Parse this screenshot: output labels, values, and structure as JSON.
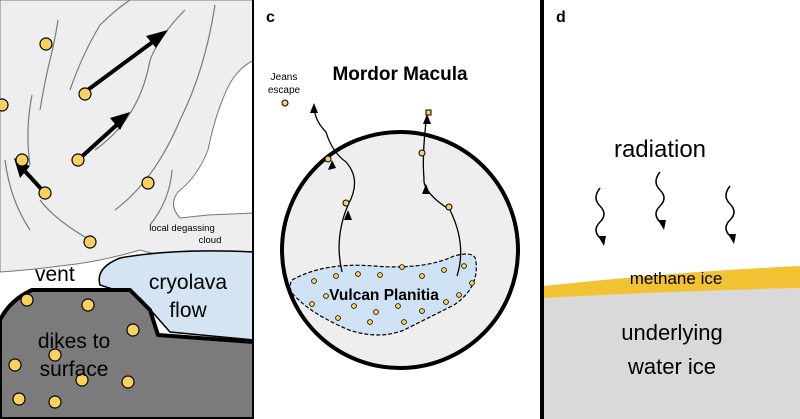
{
  "panel_b": {
    "label_vent": "vent",
    "label_cloud": "local degassing cloud",
    "label_cloud_line1": "local degassing",
    "label_cloud_line2": "cloud",
    "label_cryolava_line1": "cryolava",
    "label_cryolava_line2": "flow",
    "label_dikes_line1": "dikes to",
    "label_dikes_line2": "surface",
    "colors": {
      "cloud": "#eeeeee",
      "cryolava": "#d5e4f3",
      "dikes": "#7b7b7b",
      "particle": "#f8d15e"
    }
  },
  "panel_c": {
    "letter": "c",
    "title": "Mordor Macula",
    "label_jeans_line1": "Jeans",
    "label_jeans_line2": "escape",
    "label_vulcan": "Vulcan Planitia",
    "colors": {
      "globe": "#eeeeee",
      "cap": "#f8d15e",
      "planitia": "#cfe2f3"
    }
  },
  "panel_d": {
    "letter": "d",
    "label_radiation": "radiation",
    "label_methane": "methane ice",
    "label_water_line1": "underlying",
    "label_water_line2": "water ice",
    "colors": {
      "methane": "#f1c232",
      "water": "#d9d9d9"
    }
  }
}
